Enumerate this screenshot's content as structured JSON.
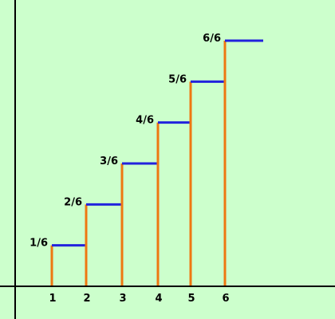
{
  "chart_data": {
    "type": "line",
    "title": "",
    "xlabel": "",
    "ylabel": "",
    "x_ticks": [
      "1",
      "2",
      "3",
      "4",
      "5",
      "6"
    ],
    "steps": [
      {
        "x": 1,
        "value": 0.1667,
        "label": "1/6"
      },
      {
        "x": 2,
        "value": 0.3333,
        "label": "2/6"
      },
      {
        "x": 3,
        "value": 0.5,
        "label": "3/6"
      },
      {
        "x": 4,
        "value": 0.6667,
        "label": "4/6"
      },
      {
        "x": 5,
        "value": 0.8333,
        "label": "5/6"
      },
      {
        "x": 6,
        "value": 1.0,
        "label": "6/6"
      }
    ],
    "colors": {
      "background": "#ccffcc",
      "axis": "#000000",
      "horizontal_segment": "#2222dd",
      "vertical_line": "#ee7711"
    }
  }
}
